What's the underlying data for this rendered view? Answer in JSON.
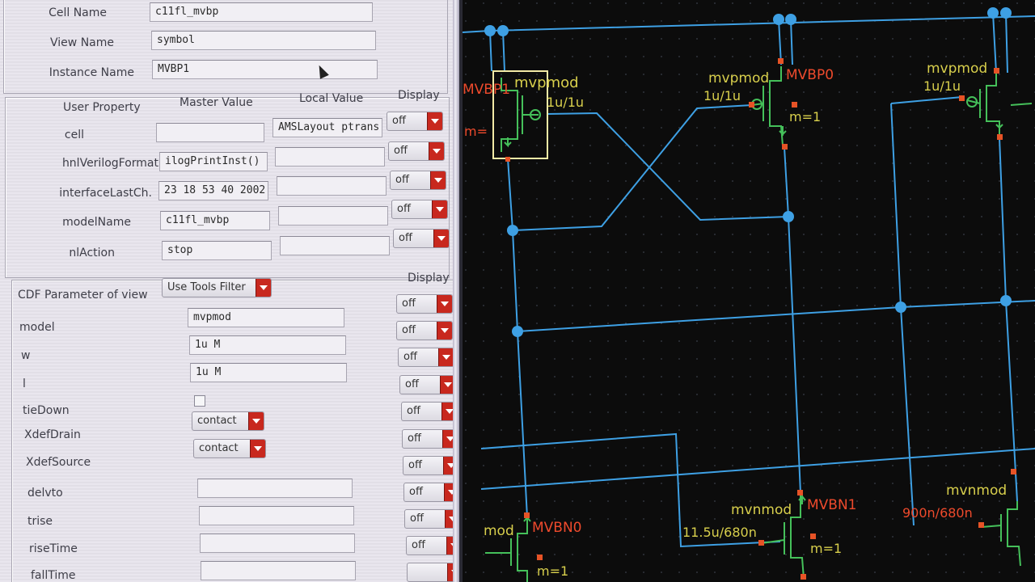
{
  "cell_info": {
    "cell_name_label": "Cell Name",
    "cell_name_value": "c11fl_mvbp",
    "view_name_label": "View Name",
    "view_name_value": "symbol",
    "instance_name_label": "Instance Name",
    "instance_name_value": "MVBP1"
  },
  "user_props": {
    "headers": {
      "user_property": "User Property",
      "master_value": "Master Value",
      "local_value": "Local Value",
      "display": "Display"
    },
    "rows": [
      {
        "name": "cell",
        "master": "",
        "local": "AMSLayout ptrans",
        "display": "off"
      },
      {
        "name": "hnlVerilogFormat",
        "master": "ilogPrintInst()",
        "local": "",
        "display": "off"
      },
      {
        "name": "interfaceLastCh.",
        "master": "23 18 53 40 2002",
        "local": "",
        "display": "off"
      },
      {
        "name": "modelName",
        "master": "c11fl_mvbp",
        "local": "",
        "display": "off"
      },
      {
        "name": "nlAction",
        "master": "stop",
        "local": "",
        "display": "off"
      }
    ]
  },
  "cdf": {
    "label": "CDF Parameter of view",
    "filter_value": "Use Tools Filter",
    "display_header": "Display",
    "rows": [
      {
        "name": "model",
        "value": "mvpmod",
        "display": "off"
      },
      {
        "name": "w",
        "value": "1u M",
        "display": "off"
      },
      {
        "name": "l",
        "value": "1u M",
        "display": "off"
      },
      {
        "name": "tieDown",
        "value": "",
        "display": "off"
      },
      {
        "name": "XdefDrain",
        "value": "contact",
        "display": "off"
      },
      {
        "name": "XdefSource",
        "value": "contact",
        "display": "off"
      },
      {
        "name": "delvto",
        "value": "",
        "display": "off"
      },
      {
        "name": "trise",
        "value": "",
        "display": "off"
      },
      {
        "name": "riseTime",
        "value": "",
        "display": "off"
      },
      {
        "name": "fallTime",
        "value": "",
        "display": "off"
      }
    ]
  },
  "schematic": {
    "labels": {
      "mvbp1_inst": "MVBP1",
      "mvbp1_model": "mvpmod",
      "mvbp1_size": "1u/1u",
      "mvbp1_m": "m=",
      "mvbp0_model": "mvpmod",
      "mvbp0_inst": "MVBP0",
      "mvbp0_size": "1u/1u",
      "mvbp0_m": "m=1",
      "right_model": "mvpmod",
      "right_size": "1u/1u",
      "mvbn0_model": "mod",
      "mvbn0_inst": "MVBN0",
      "mvbn0_m": "m=1",
      "mvbn1_model": "mvnmod",
      "mvbn1_inst": "MVBN1",
      "mvbn1_size": "11.5u/680n",
      "mvbn1_m": "m=1",
      "right_n_model": "mvnmod",
      "right_n_size": "900n/680n"
    },
    "colors": {
      "background": "#0c0c0c",
      "wire": "#3ea0e4",
      "pin": "#e65326",
      "device": "#45c05a",
      "label_yellow": "#d8cf4c",
      "label_red": "#ee4a2c",
      "selection": "#f3eaa6"
    }
  }
}
